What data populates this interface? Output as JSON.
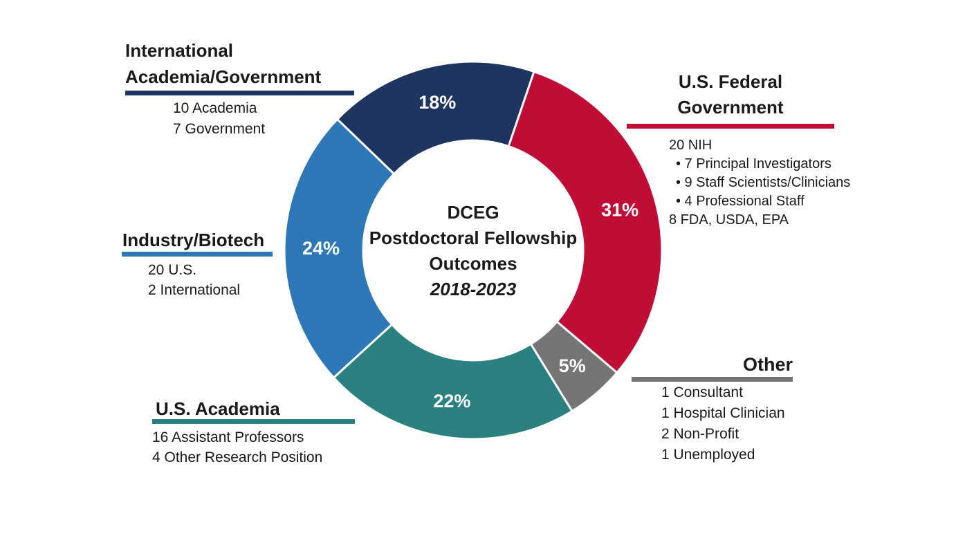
{
  "chart_data": {
    "type": "pie",
    "variant": "donut",
    "title": "DCEG Postdoctoral Fellowship Outcomes",
    "subtitle": "2018-2023",
    "start_angle_deg": -46,
    "direction": "clockwise",
    "legend_position": "callouts-around-ring",
    "segments": [
      {
        "id": "international",
        "label": "International Academia/Government",
        "percent": 18,
        "color": "#1E3461",
        "breakdown": [
          "10 Academia",
          "7 Government"
        ]
      },
      {
        "id": "us-federal-government",
        "label": "U.S. Federal Government",
        "percent": 31,
        "color": "#C00D35",
        "breakdown": [
          "20 NIH",
          "• 7 Principal Investigators",
          "• 9 Staff Scientists/Clinicians",
          "• 4 Professional Staff",
          "8 FDA, USDA, EPA"
        ]
      },
      {
        "id": "other",
        "label": "Other",
        "percent": 5,
        "color": "#737577",
        "breakdown": [
          "1 Consultant",
          "1 Hospital Clinician",
          "2 Non-Profit",
          "1 Unemployed"
        ]
      },
      {
        "id": "us-academia",
        "label": "U.S. Academia",
        "percent": 22,
        "color": "#2A8180",
        "breakdown": [
          "16 Assistant Professors",
          "4 Other Research Position"
        ]
      },
      {
        "id": "industry-biotech",
        "label": "Industry/Biotech",
        "percent": 24,
        "color": "#2E78B8",
        "breakdown": [
          "20 U.S.",
          "2 International"
        ]
      }
    ]
  },
  "center": {
    "line1": "DCEG",
    "line2": "Postdoctoral Fellowship",
    "line3": "Outcomes",
    "line4": "2018-2023"
  },
  "callouts": {
    "international": {
      "title_line1": "International",
      "title_line2": "Academia/Government",
      "color": "#1E3461",
      "items": [
        "10 Academia",
        "7 Government"
      ]
    },
    "us_federal": {
      "title_line1": "U.S. Federal",
      "title_line2": "Government",
      "color": "#C00D35",
      "items": [
        "20 NIH",
        "• 7 Principal Investigators",
        "• 9 Staff Scientists/Clinicians",
        "• 4 Professional Staff",
        "8 FDA, USDA, EPA"
      ]
    },
    "industry": {
      "title": "Industry/Biotech",
      "color": "#2E78B8",
      "items": [
        "20 U.S.",
        "2 International"
      ]
    },
    "academia": {
      "title": "U.S. Academia",
      "color": "#2A8180",
      "items": [
        "16 Assistant Professors",
        "4 Other Research Position"
      ]
    },
    "other": {
      "title": "Other",
      "color": "#737577",
      "items": [
        "1 Consultant",
        "1 Hospital Clinician",
        "2 Non-Profit",
        "1 Unemployed"
      ]
    }
  }
}
